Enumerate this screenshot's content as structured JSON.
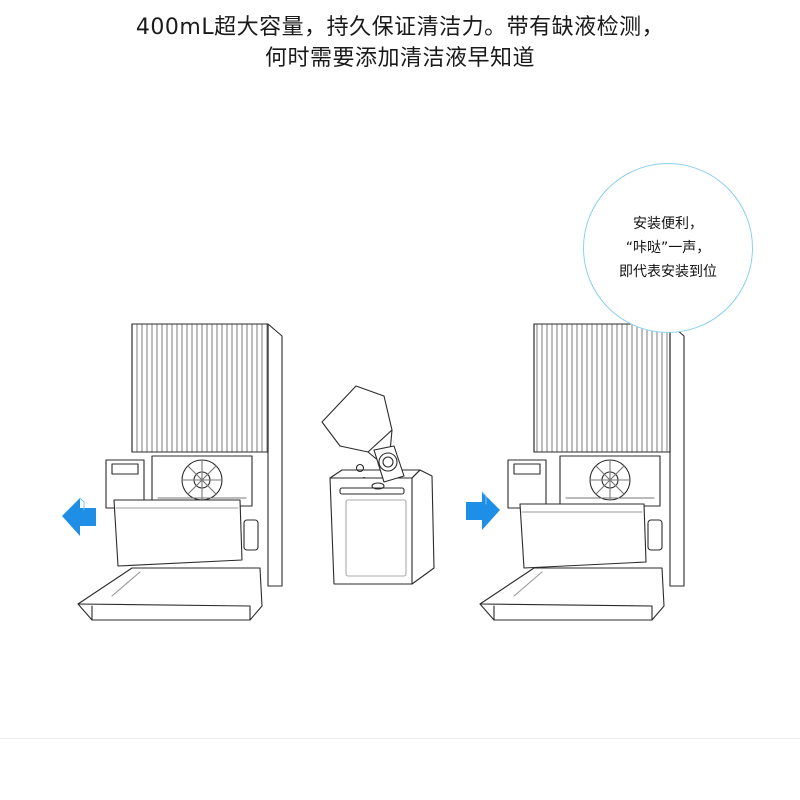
{
  "headline": {
    "line1": "400mL超大容量，持久保证清洁力。带有缺液检测，",
    "line2": "何时需要添加清洁液早知道"
  },
  "callout": {
    "line1": "安装便利，",
    "line2": "“咔哒”一声，",
    "line3": "即代表安装到位"
  },
  "steps": [
    {
      "id": "remove-tank",
      "arrow": "left"
    },
    {
      "id": "refill-tank",
      "arrow": "none"
    },
    {
      "id": "insert-tank",
      "arrow": "right"
    }
  ],
  "colors": {
    "accent_arrow": "#1e8ee6",
    "callout_border": "#8fd0ef",
    "line_art": "#2b2b2b",
    "text": "#1a1a1a"
  },
  "icons": [
    "arrow-left-icon",
    "arrow-right-icon"
  ]
}
